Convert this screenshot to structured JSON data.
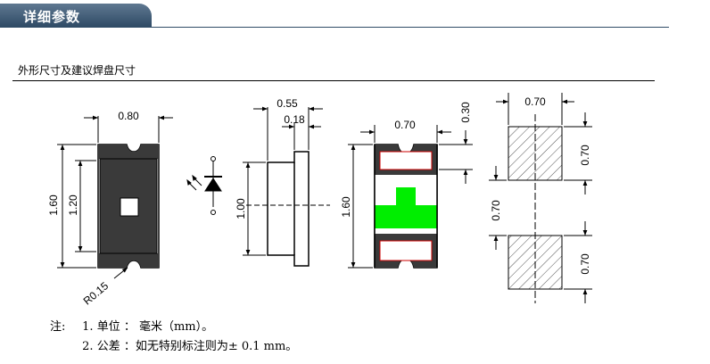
{
  "header": {
    "title": "详细参数"
  },
  "section": {
    "title": "外形尺寸及建议焊盘尺寸"
  },
  "drawing": {
    "top_view": {
      "width": "0.80",
      "length": "1.60",
      "inner_length": "1.20",
      "radius": "R0.15"
    },
    "side_view": {
      "thickness": "0.55",
      "body": "0.18",
      "height": "1.00"
    },
    "bottom_view": {
      "width": "0.70",
      "end": "0.30",
      "length": "1.60"
    },
    "pad_layout": {
      "pad_width": "0.70",
      "pad_height_top": "0.70",
      "gap": "0.70",
      "pad_height_bottom": "0.70"
    },
    "colors": {
      "outline": "#000000",
      "pad_green": "#00ee00",
      "terminal_red": "#cc0000",
      "hatch": "#555555"
    }
  },
  "notes": {
    "prefix": "注:",
    "items": [
      {
        "num": "1.",
        "text": "单位 ： 毫米（mm）。"
      },
      {
        "num": "2.",
        "text": "公差 ：如无特别标注则为± 0.1 mm。"
      }
    ]
  }
}
